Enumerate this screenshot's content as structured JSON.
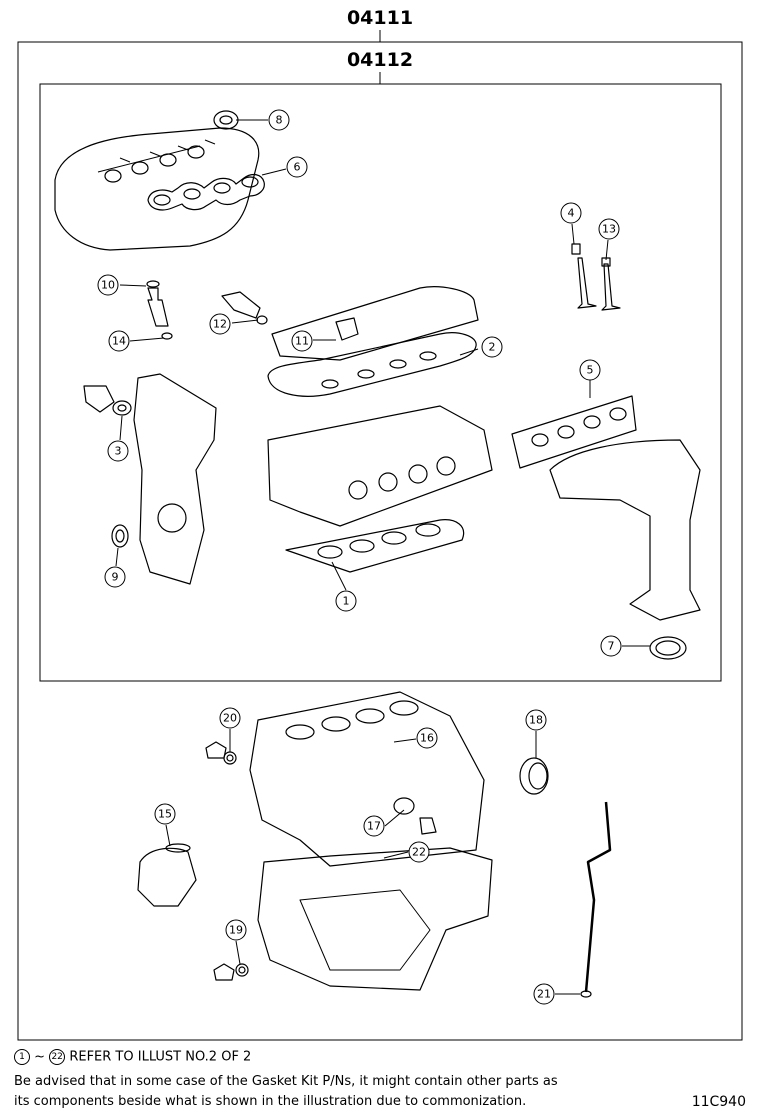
{
  "part_numbers": {
    "outer": "04111",
    "inner": "04112"
  },
  "callouts": [
    "1",
    "2",
    "3",
    "4",
    "5",
    "6",
    "7",
    "8",
    "9",
    "10",
    "11",
    "12",
    "13",
    "14",
    "15",
    "16",
    "17",
    "18",
    "19",
    "20",
    "21",
    "22"
  ],
  "note": {
    "range_start": "1",
    "range_sep": "~",
    "range_end": "22",
    "range_text": "REFER TO ILLUST NO.2 OF 2",
    "line1": "Be advised that in some case of the Gasket Kit P/Ns,  it might contain other parts as",
    "line2": "its components beside what is shown in the illustration due to commonization."
  },
  "diagram_code": "11C940"
}
